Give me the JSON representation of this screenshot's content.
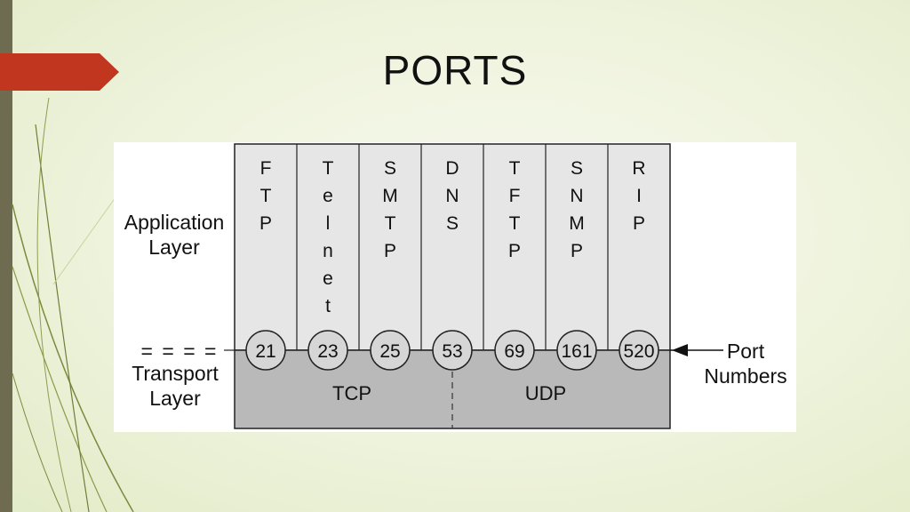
{
  "slide": {
    "title": "PORTS"
  },
  "diagram": {
    "application_label_line1": "Application",
    "application_label_line2": "Layer",
    "separator": "= = = =",
    "transport_label_line1": "Transport",
    "transport_label_line2": "Layer",
    "port_label_line1": "Port",
    "port_label_line2": "Numbers",
    "columns": [
      {
        "letters": [
          "F",
          "T",
          "P"
        ],
        "port": "21"
      },
      {
        "letters": [
          "T",
          "e",
          "l",
          "n",
          "e",
          "t"
        ],
        "port": "23"
      },
      {
        "letters": [
          "S",
          "M",
          "T",
          "P"
        ],
        "port": "25"
      },
      {
        "letters": [
          "D",
          "N",
          "S"
        ],
        "port": "53"
      },
      {
        "letters": [
          "T",
          "F",
          "T",
          "P"
        ],
        "port": "69"
      },
      {
        "letters": [
          "S",
          "N",
          "M",
          "P"
        ],
        "port": "161"
      },
      {
        "letters": [
          "R",
          "I",
          "P"
        ],
        "port": "520"
      }
    ],
    "protocols": [
      "TCP",
      "UDP"
    ]
  },
  "colors": {
    "accent": "#c0361f",
    "sidebar": "#6f6b50",
    "application_fill": "#e6e6e6",
    "transport_fill": "#b9b9b9"
  }
}
